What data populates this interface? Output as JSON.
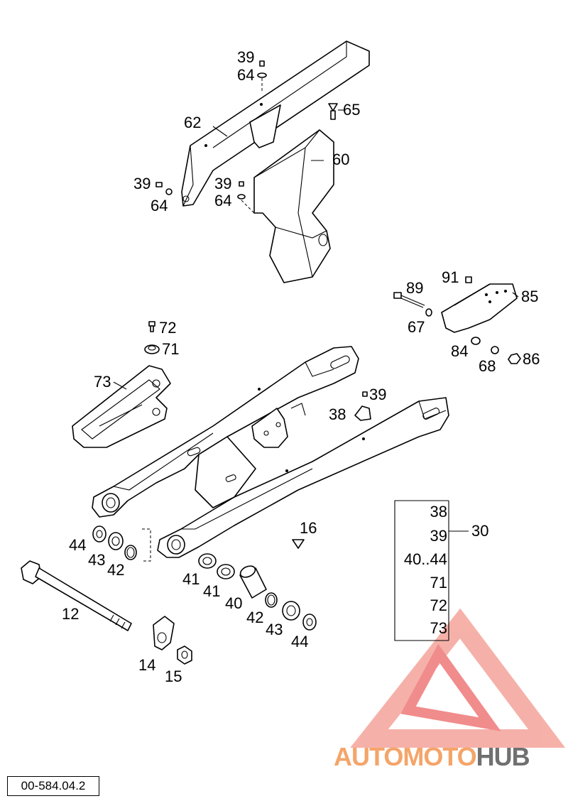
{
  "labels": {
    "p39a": "39",
    "p64a": "64",
    "p65": "65",
    "p62": "62",
    "p60": "60",
    "p39b": "39",
    "p64b": "64",
    "p39c": "39",
    "p64c": "64",
    "p91": "91",
    "p89": "89",
    "p85": "85",
    "p67": "67",
    "p84": "84",
    "p68": "68",
    "p86": "86",
    "p72": "72",
    "p71": "71",
    "p73": "73",
    "p39d": "39",
    "p38": "38",
    "p16": "16",
    "p44a": "44",
    "p43a": "43",
    "p42a": "42",
    "p12": "12",
    "p14": "14",
    "p15": "15",
    "p41a": "41",
    "p41b": "41",
    "p40": "40",
    "p42b": "42",
    "p43b": "43",
    "p44b": "44"
  },
  "kit": {
    "label": "30",
    "items": [
      "38",
      "39",
      "40..44",
      "71",
      "72",
      "73"
    ]
  },
  "watermark": {
    "text_colored": "AUTOMOTO",
    "text_dark": "HUB",
    "color_primary": "#f08080",
    "color_light": "#f5a9a0",
    "color_accent": "#f4b36a",
    "color_dark": "#707070"
  },
  "reference_code": "00-584.04.2"
}
